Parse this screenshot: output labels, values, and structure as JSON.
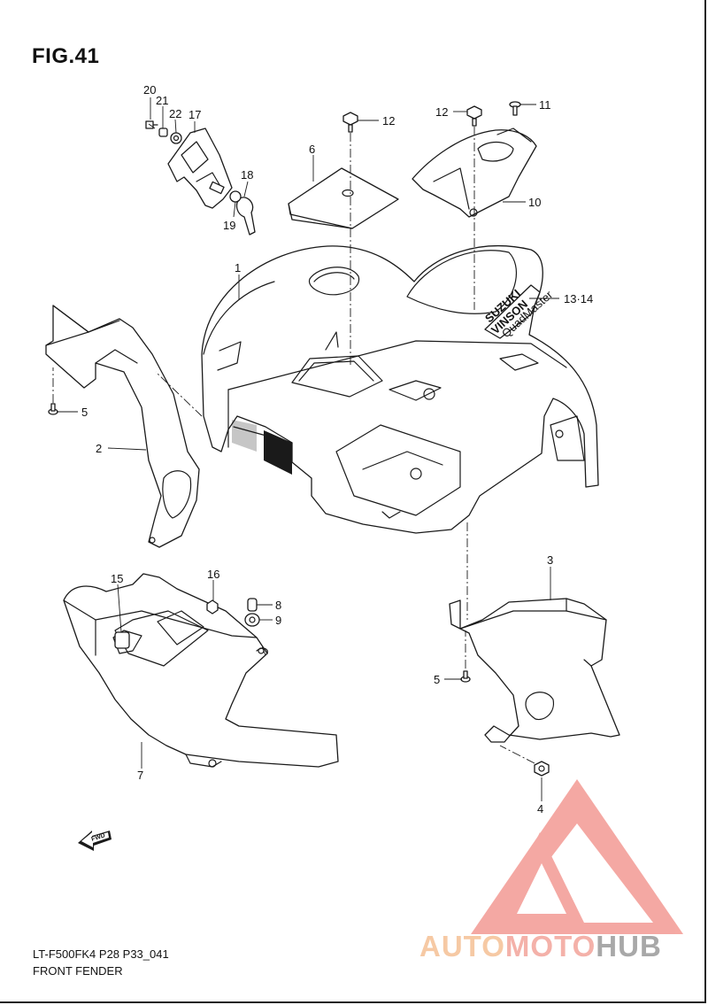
{
  "figure": {
    "title": "FIG.41"
  },
  "footer": {
    "line1": "LT-F500FK4 P28 P33_041",
    "line2": "FRONT FENDER"
  },
  "callouts": [
    "20",
    "21",
    "22",
    "17",
    "18",
    "19",
    "6",
    "12",
    "12",
    "11",
    "10",
    "1",
    "13·14",
    "2",
    "5",
    "3",
    "5",
    "4",
    "15",
    "16",
    "8",
    "9",
    "7"
  ],
  "badge": {
    "fwd": "FWD"
  },
  "decal": {
    "brand": "SUZUKI",
    "model": "VINSON",
    "sub": "QuadMaster"
  },
  "watermark": {
    "part1": "AUTO",
    "part2": "MOTO",
    "part3": "HUB",
    "colors": {
      "auto": "#f6c9a4",
      "moto": "#f4b1a9",
      "hub": "#a8a8a8",
      "triangle": "#f39a93"
    }
  }
}
